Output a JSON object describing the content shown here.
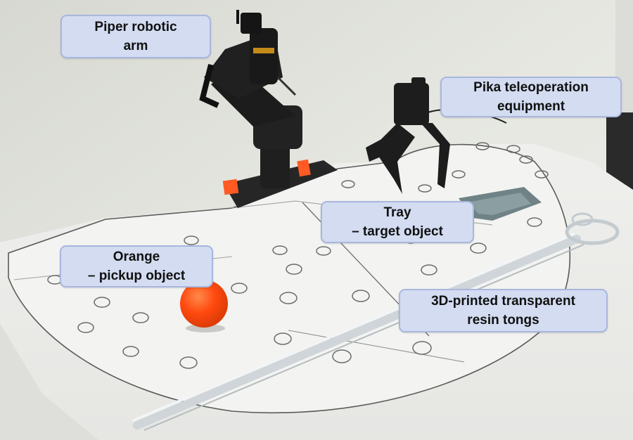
{
  "labels": {
    "piper_arm": [
      "Piper robotic",
      "arm"
    ],
    "pika_equipment": [
      "Pika teleoperation",
      "equipment"
    ],
    "tray": [
      "Tray",
      "– target object"
    ],
    "orange": [
      "Orange",
      "– pickup object"
    ],
    "tongs": [
      "3D-printed transparent",
      "resin tongs"
    ]
  },
  "colors": {
    "label_fill": "#d3dcf1",
    "label_border": "#a9b7de",
    "orange": "#ff4a10",
    "tray": "#6f8386",
    "arm": "#1f1f1f",
    "mount_accent": "#ff5a24"
  }
}
